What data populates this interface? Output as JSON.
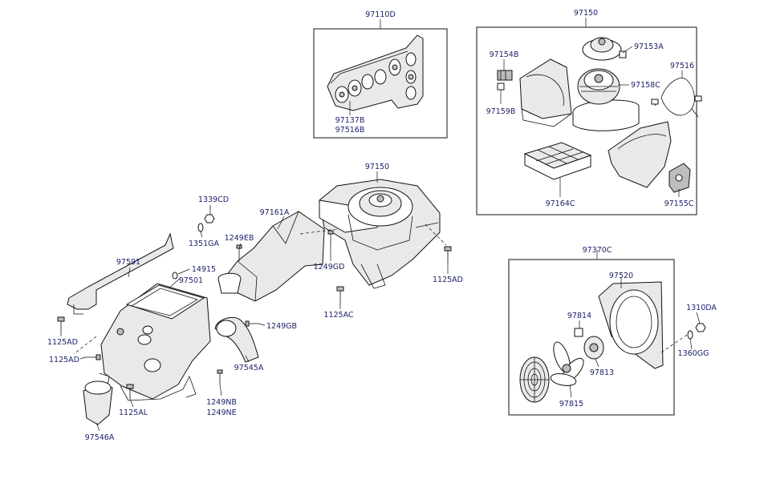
{
  "labels": {
    "l97110D": "97110D",
    "l97137B": "97137B",
    "l97516B": "97516B",
    "l97150top": "97150",
    "l97154B": "97154B",
    "l97153A": "97153A",
    "l97516": "97516",
    "l97158C": "97158C",
    "l97159B": "97159B",
    "l97164C": "97164C",
    "l97155C": "97155C",
    "l97150mid": "97150",
    "l1339CD": "1339CD",
    "l1351GA": "1351GA",
    "l97161A": "97161A",
    "l1249EB": "1249EB",
    "l1249GD": "1249GD",
    "l1125ADr": "1125AD",
    "l1125AC": "1125AC",
    "l97591": "97591",
    "l14915": "14915",
    "l97501": "97501",
    "l1249GB": "1249GB",
    "l97545A": "97545A",
    "l1125ADa": "1125AD",
    "l1125ADb": "1125AD",
    "l1249NB": "1249NB",
    "l1249NE": "1249NE",
    "l1125AL": "1125AL",
    "l97546A": "97546A",
    "l97370C": "97370C",
    "l97520": "97520",
    "l97814": "97814",
    "l97813": "97813",
    "l97815": "97815",
    "l1310DA": "1310DA",
    "l1360GG": "1360GG"
  }
}
